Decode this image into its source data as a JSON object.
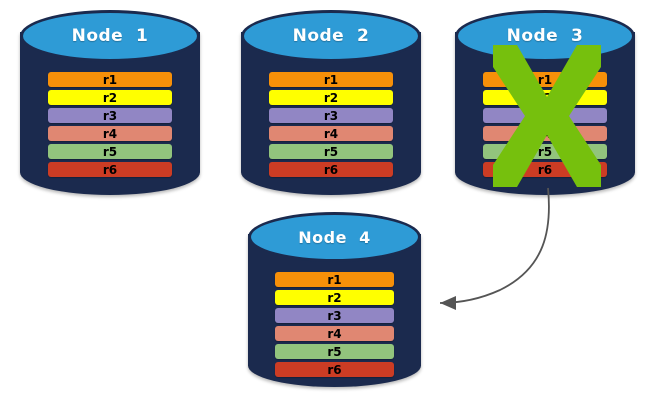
{
  "diagram": {
    "title_prefix": "Node",
    "background_color": "#ffffff",
    "cylinder_body_color": "#1b2a4e",
    "cylinder_top_color": "#2e9bd6",
    "x_mark_color": "#76c00d",
    "arrow_color": "#555555"
  },
  "row_palette": {
    "r1": "#f79009",
    "r2": "#ffff00",
    "r3": "#9186c4",
    "r4": "#e08772",
    "r5": "#92c47d",
    "r6": "#cc3c24"
  },
  "nodes": [
    {
      "id": "node-1",
      "label": "Node  1",
      "failed": false,
      "rows": [
        {
          "label": "r1",
          "color": "#f79009"
        },
        {
          "label": "r2",
          "color": "#ffff00"
        },
        {
          "label": "r3",
          "color": "#9186c4"
        },
        {
          "label": "r4",
          "color": "#e08772"
        },
        {
          "label": "r5",
          "color": "#92c47d"
        },
        {
          "label": "r6",
          "color": "#cc3c24"
        }
      ]
    },
    {
      "id": "node-2",
      "label": "Node  2",
      "failed": false,
      "rows": [
        {
          "label": "r1",
          "color": "#f79009"
        },
        {
          "label": "r2",
          "color": "#ffff00"
        },
        {
          "label": "r3",
          "color": "#9186c4"
        },
        {
          "label": "r4",
          "color": "#e08772"
        },
        {
          "label": "r5",
          "color": "#92c47d"
        },
        {
          "label": "r6",
          "color": "#cc3c24"
        }
      ]
    },
    {
      "id": "node-3",
      "label": "Node  3",
      "failed": true,
      "rows": [
        {
          "label": "r1",
          "color": "#f79009"
        },
        {
          "label": "r2",
          "color": "#ffff00"
        },
        {
          "label": "r3",
          "color": "#9186c4"
        },
        {
          "label": "r4",
          "color": "#e08772"
        },
        {
          "label": "r5",
          "color": "#92c47d"
        },
        {
          "label": "r6",
          "color": "#cc3c24"
        }
      ]
    },
    {
      "id": "node-4",
      "label": "Node  4",
      "failed": false,
      "rows": [
        {
          "label": "r1",
          "color": "#f79009"
        },
        {
          "label": "r2",
          "color": "#ffff00"
        },
        {
          "label": "r3",
          "color": "#9186c4"
        },
        {
          "label": "r4",
          "color": "#e08772"
        },
        {
          "label": "r5",
          "color": "#92c47d"
        },
        {
          "label": "r6",
          "color": "#cc3c24"
        }
      ]
    }
  ],
  "annotations": {
    "failure_mark": {
      "icon": "x-mark-icon",
      "on_node": "node-3"
    },
    "replication_arrow": {
      "icon": "curved-arrow-icon",
      "from_node": "node-3",
      "to_node": "node-4"
    }
  }
}
